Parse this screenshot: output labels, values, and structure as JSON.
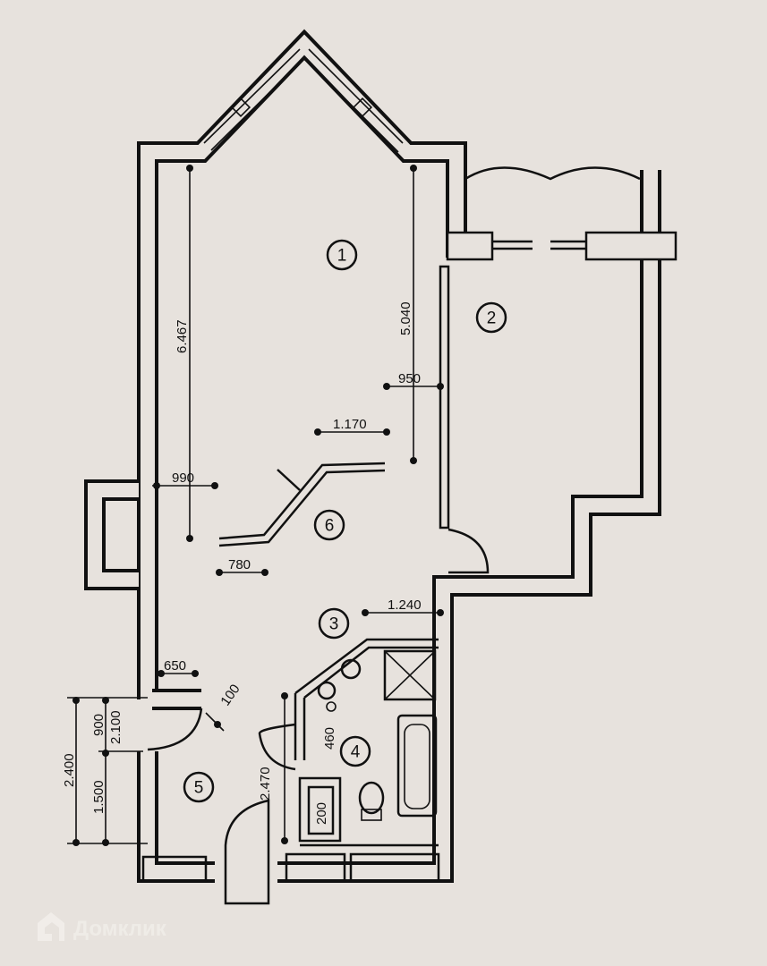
{
  "title": "Apartment floor plan",
  "rooms": [
    "1",
    "2",
    "3",
    "4",
    "5",
    "6"
  ],
  "dimensions": {
    "d6467": "6.467",
    "d5040": "5.040",
    "d950": "950",
    "d1170": "1.170",
    "d990": "990",
    "d780": "780",
    "d1240": "1.240",
    "d650": "650",
    "d100": "100",
    "d900": "900",
    "d2100": "2.100",
    "d2400": "2.400",
    "d1500": "1.500",
    "d2470": "2.470",
    "d460": "460",
    "d200": "200"
  },
  "watermark": "Домклик"
}
